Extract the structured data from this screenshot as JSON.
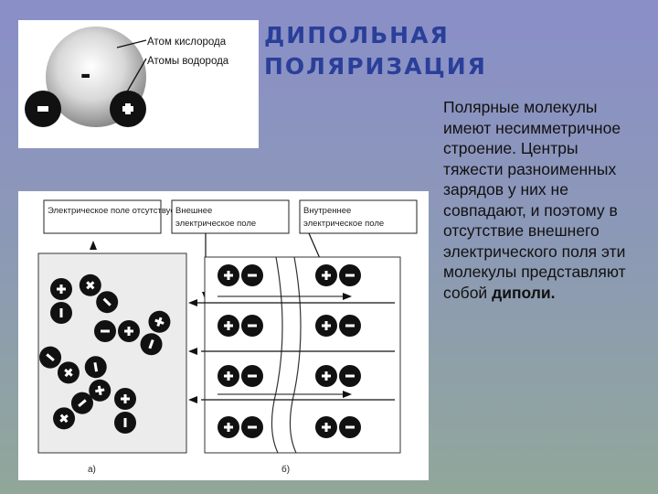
{
  "slide": {
    "title_line1": "ДИПОЛЬНАЯ",
    "title_line2": "ПОЛЯРИЗАЦИЯ",
    "body_text": "Полярные молекулы имеют несимметричное строение. Центры тяжести разноименных зарядов у них не совпадают, и поэтому в отсутствие внешнего электрического поля эти молекулы представляют собой",
    "body_bold": "диполи."
  },
  "figure_top": {
    "label_oxygen": "Атом кислорода",
    "label_hydrogen": "Атомы водорода",
    "minus_sign": "-"
  },
  "figure_bottom": {
    "box_a": "Электрическое поле отсутствует",
    "box_b1": "Внешнее",
    "box_b2": "электрическое поле",
    "box_c1": "Внутреннее",
    "box_c2": "электрическое поле",
    "caption_a": "а)",
    "caption_b": "б)"
  }
}
